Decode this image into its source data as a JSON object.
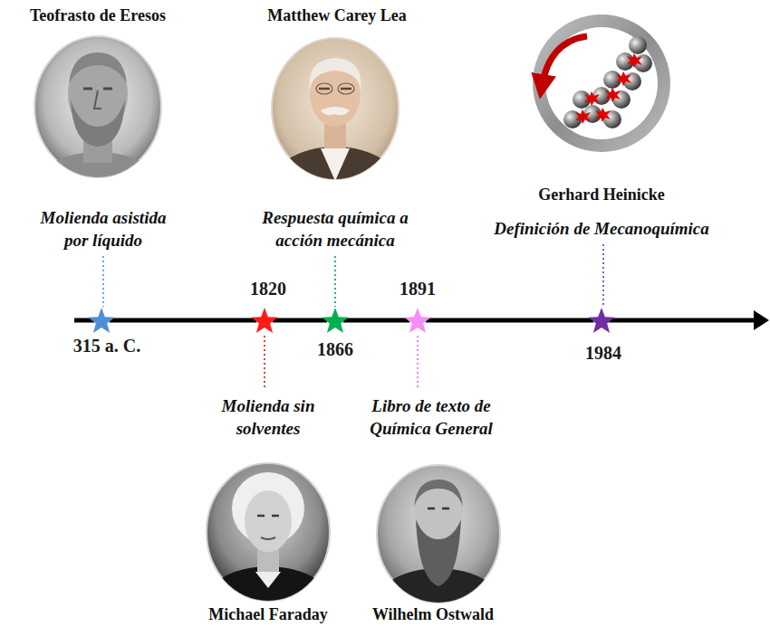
{
  "diagram": {
    "nodes": [
      {
        "text": [
          "315 a. C."
        ]
      },
      {
        "text": [
          "1820"
        ]
      },
      {
        "text": [
          "1866"
        ]
      },
      {
        "text": [
          "1891"
        ]
      },
      {
        "text": [
          "1984"
        ]
      }
    ],
    "edges": [
      {
        "from": 0,
        "to": 1,
        "arrow": "none"
      },
      {
        "from": 1,
        "to": 2,
        "arrow": "none"
      },
      {
        "from": 2,
        "to": 3,
        "arrow": "none"
      },
      {
        "from": 3,
        "to": 4,
        "arrow": "none"
      }
    ],
    "labels": [
      "Teofrasto de Eresos",
      "Matthew Carey Lea",
      "Gerhard Heinicke",
      "Molienda asistida por líquido",
      "Respuesta química a acción mecánica",
      "Definición de Mecanoquímica",
      "Molienda sin solventes",
      "Libro de texto de Química General",
      "Michael Faraday",
      "Wilhelm Ostwald"
    ]
  }
}
